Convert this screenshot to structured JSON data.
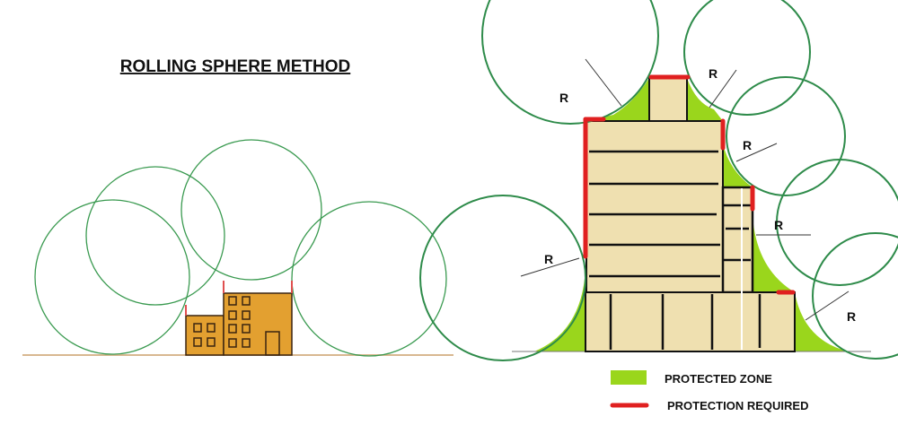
{
  "title": "ROLLING SPHERE METHOD",
  "radius_label": "R",
  "legend": {
    "protected_zone": "PROTECTED ZONE",
    "protection_required": "PROTECTION REQUIRED"
  },
  "colors": {
    "sphere": "#2e8b4a",
    "protected_zone": "#9ad61c",
    "protection_required": "#e02020",
    "building_left": "#e3a030",
    "building_right": "#efe0b0"
  }
}
